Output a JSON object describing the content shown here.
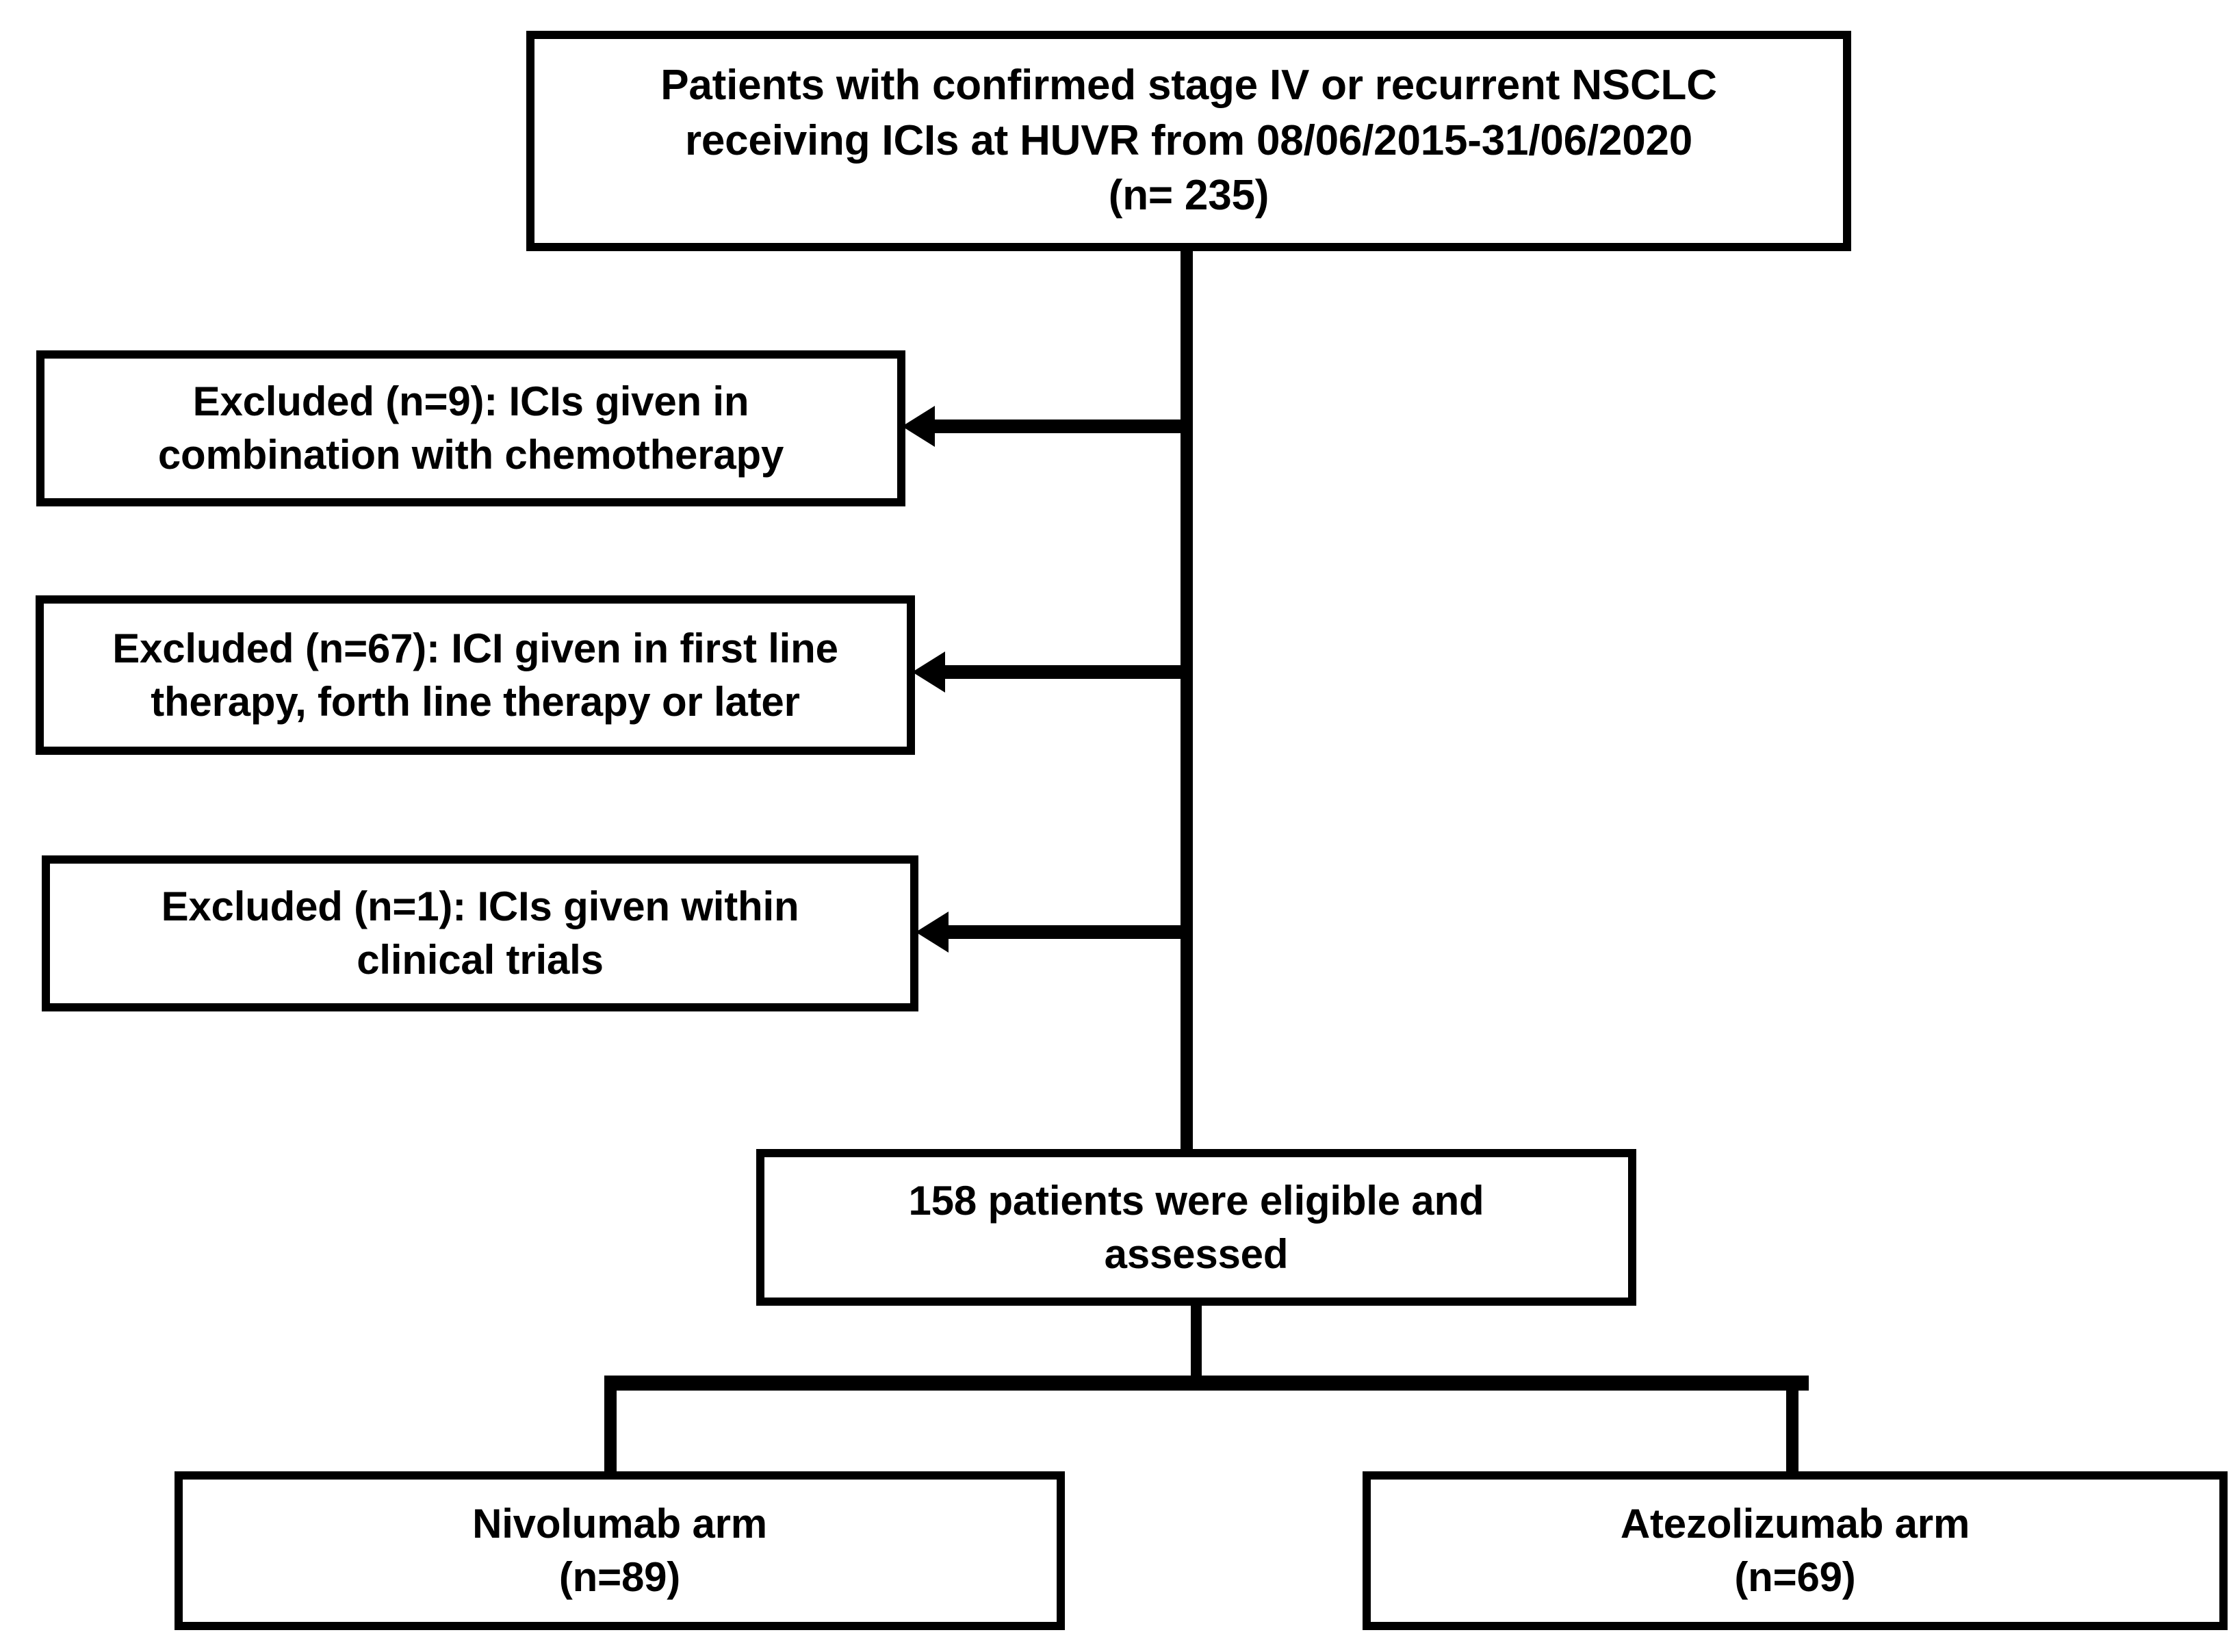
{
  "diagram": {
    "type": "patient-flow-consort-diagram",
    "nodes": {
      "source": {
        "label": "Patients with confirmed stage IV or recurrent NSCLC\nreceiving ICIs at HUVR from 08/06/2015-31/06/2020\n(n= 235)",
        "count": 235
      },
      "excluded_1": {
        "label": "Excluded (n=9): ICIs given  in\ncombination with chemotherapy",
        "count": 9
      },
      "excluded_2": {
        "label": "Excluded (n=67): ICI given in first line\ntherapy, forth line therapy or later",
        "count": 67
      },
      "excluded_3": {
        "label": "Excluded (n=1): ICIs given  within\nclinical trials",
        "count": 1
      },
      "eligible": {
        "label": "158 patients were eligible and\nassessed",
        "count": 158
      },
      "arm_nivolumab": {
        "label": "Nivolumab arm\n(n=89)",
        "count": 89
      },
      "arm_atezolizumab": {
        "label": "Atezolizumab arm\n(n=69)",
        "count": 69
      }
    },
    "colors": {
      "stroke": "#000000",
      "fill": "#ffffff",
      "text": "#000000"
    }
  }
}
